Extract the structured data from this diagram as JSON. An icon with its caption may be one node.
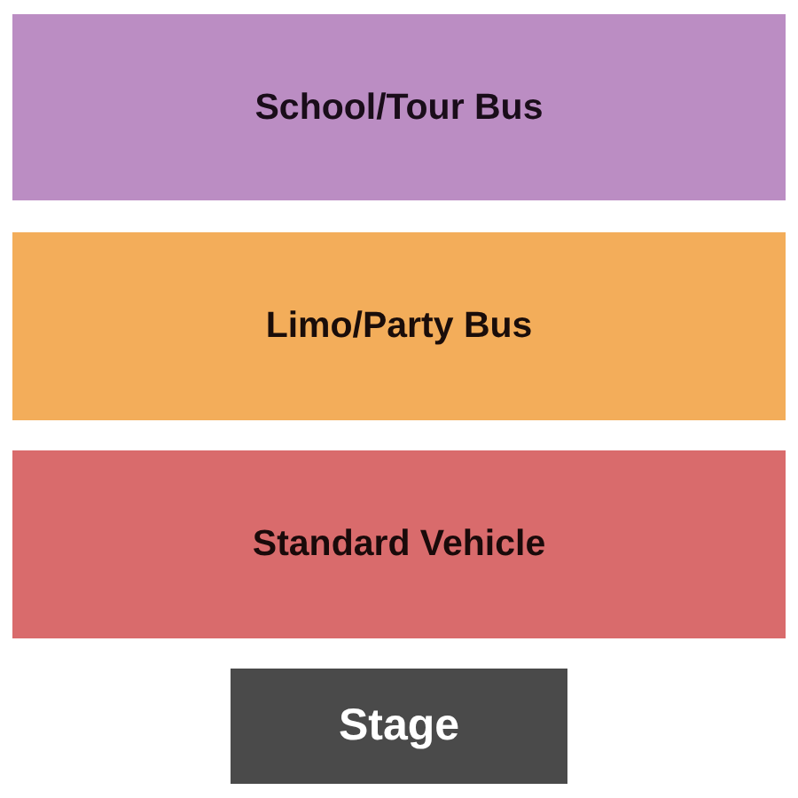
{
  "diagram": {
    "nodes": [
      {
        "text": [
          "School/Tour Bus"
        ]
      },
      {
        "text": [
          "Limo/Party Bus"
        ]
      },
      {
        "text": [
          "Standard Vehicle"
        ]
      },
      {
        "text": [
          "Stage"
        ]
      }
    ]
  }
}
